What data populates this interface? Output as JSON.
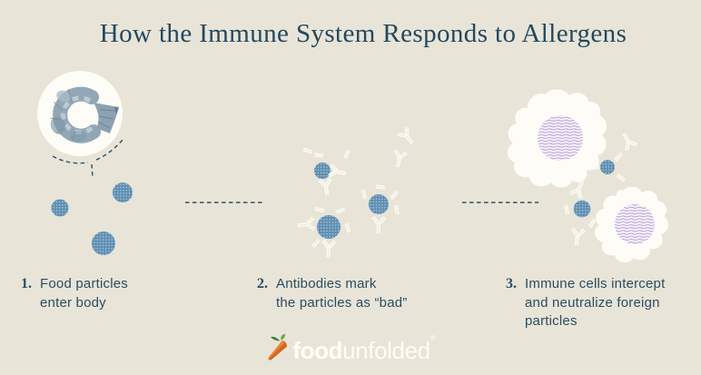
{
  "title": "How the Immune System Responds to Allergens",
  "steps": [
    {
      "number": "1.",
      "lines": [
        "Food particles",
        "enter body"
      ]
    },
    {
      "number": "2.",
      "lines": [
        "Antibodies mark",
        "the particles as “bad”"
      ]
    },
    {
      "number": "3.",
      "lines": [
        "Immune cells intercept",
        "and neutralize foreign",
        "particles"
      ]
    }
  ],
  "logo": {
    "brand_bold": "food",
    "brand_light": "unfolded",
    "registered_mark": "®",
    "icon": "carrot-icon"
  },
  "illustrations": {
    "step1": {
      "icon": "shrimp-in-circle-icon",
      "food_particle_count": 3
    },
    "step2": {
      "icon": "antibody-y-icon",
      "food_particle_count": 3
    },
    "step3": {
      "icon": "immune-cell-blob-icon",
      "immune_cell_count": 2,
      "food_particle_count": 2
    }
  },
  "colors": {
    "background": "#e8e4d8",
    "title_text": "#24485e",
    "body_text": "#2b4d63",
    "particle_blue": "#5f8fb4",
    "particle_dot": "#abc7d9",
    "cell_white": "#fdfcf6",
    "nucleus_purple_line": "#b29ad6",
    "nucleus_purple_bg": "#f7f3fb",
    "antibody_white": "#fcfbf4",
    "dash_line": "#2e506a",
    "carrot_orange": "#e8873e",
    "carrot_orange_dark": "#d2691e",
    "leaf_green_dark": "#3e7c37",
    "leaf_green_light": "#6aa84d",
    "logo_text": "#fffdf6"
  }
}
